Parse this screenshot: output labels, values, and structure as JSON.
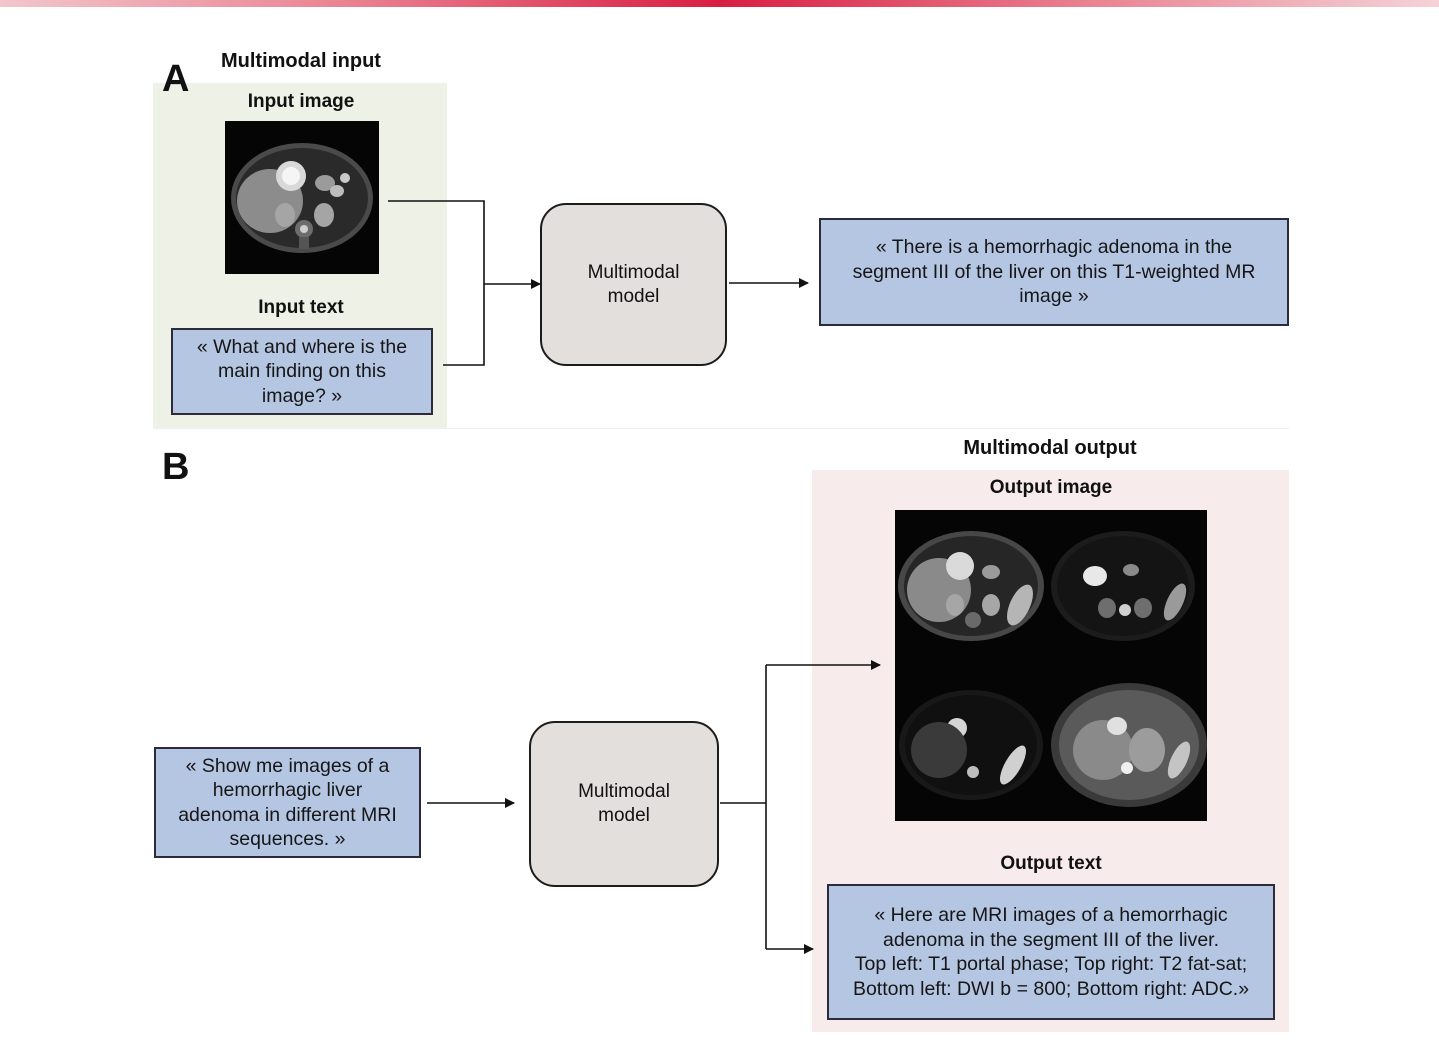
{
  "panel_a": {
    "letter": "A",
    "heading": "Multimodal input",
    "input_image_label": "Input image",
    "input_text_label": "Input text",
    "input_text": "« What and where is the\nmain finding on this\nimage? »",
    "model_label": "Multimodal\nmodel",
    "output_text": "« There is a hemorrhagic adenoma in the\nsegment III of the liver on this T1-weighted MR\nimage  »"
  },
  "panel_b": {
    "letter": "B",
    "heading": "Multimodal output",
    "output_image_label": "Output image",
    "output_text_label": "Output text",
    "input_text": "« Show me images of a\nhemorrhagic liver\nadenoma in different MRI\nsequences. »",
    "model_label": "Multimodal\nmodel",
    "output_text": "« Here are MRI images of a hemorrhagic\nadenoma in the segment III of the liver.\nTop left: T1 portal phase; Top right: T2 fat-sat;\nBottom left: DWI b = 800; Bottom right: ADC.»"
  },
  "colors": {
    "input_background": "#eef1e6",
    "output_background": "#f7ebeb",
    "text_box_fill": "#b5c6e3",
    "model_box_fill": "#e2dfdd",
    "accent_bar": "#d81e42"
  }
}
